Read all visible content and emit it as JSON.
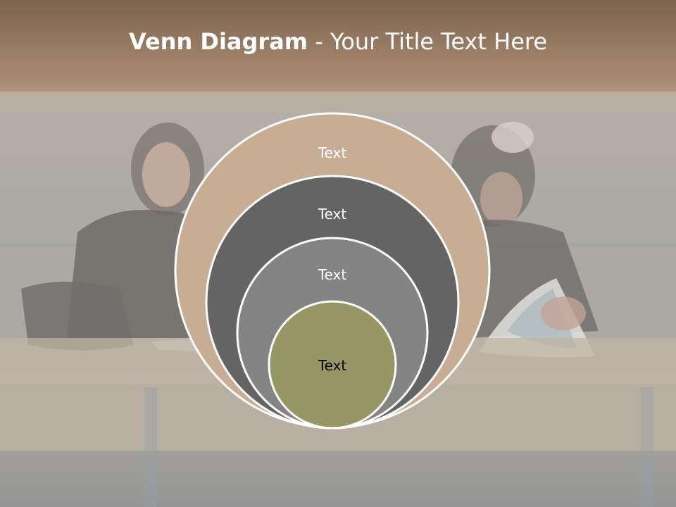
{
  "slide": {
    "title_bold": "Venn Diagram",
    "title_rest": " - Your Title Text Here"
  },
  "diagram": {
    "circles": [
      {
        "label": "Text",
        "fill": "#c6ad94",
        "text_color": "#ffffff"
      },
      {
        "label": "Text",
        "fill": "#646464",
        "text_color": "#ffffff"
      },
      {
        "label": "Text",
        "fill": "#848484",
        "text_color": "#ffffff"
      },
      {
        "label": "Text",
        "fill": "#979766",
        "text_color": "#000000"
      }
    ],
    "outline_color": "#ffffff"
  }
}
